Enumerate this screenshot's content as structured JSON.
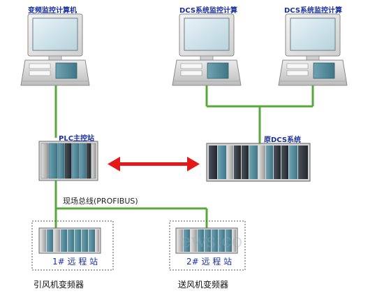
{
  "labels": {
    "vfd_computer": "变频监控计算机",
    "dcs_computer_1": "DCS系统监控计算",
    "dcs_computer_2": "DCS系统监控计算",
    "plc_station": "PLC主控站",
    "dcs_system": "原DCS系统",
    "fieldbus": "现场总线(PROFIBUS)",
    "remote_station_1": "1# 远 程 站",
    "remote_station_2": "2# 远 程 站",
    "induced_fan_vfd": "引风机变频器",
    "forced_fan_vfd": "送风机变频器",
    "watermark": "ews.co"
  },
  "colors": {
    "network_line": "#5aa83c",
    "link_arrow": "#e41a1a",
    "label_blue": "#1a2fa0",
    "plc_module_teal": "#5a8fa0",
    "dcs_module_dark": "#333a42"
  },
  "icons": {
    "computer": "desktop-computer-icon",
    "plc_rack": "plc-rack-icon",
    "dcs_rack": "dcs-rack-icon",
    "remote_io": "remote-io-rack-icon",
    "arrow": "double-headed-arrow"
  }
}
